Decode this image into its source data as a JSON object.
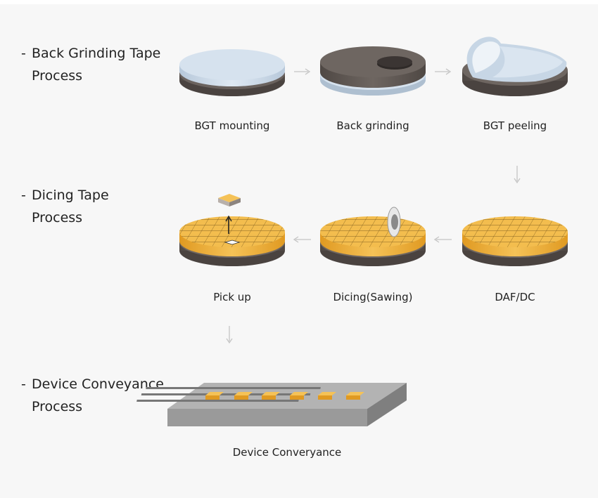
{
  "sections": [
    {
      "dash": "-",
      "title": "Back Grinding Tape\nProcess"
    },
    {
      "dash": "-",
      "title": "Dicing Tape\nProcess"
    },
    {
      "dash": "-",
      "title": "Device Conveyance\nProcess"
    }
  ],
  "steps": {
    "bgt_mounting": "BGT mounting",
    "back_grinding": "Back grinding",
    "bgt_peeling": "BGT peeling",
    "daf_dc": "DAF/DC",
    "dicing": "Dicing(Sawing)",
    "pick_up": "Pick up",
    "device_conveyance": "Device Converyance"
  },
  "colors": {
    "wafer_dark": "#5f5753",
    "tape_blue": "#d8e4ef",
    "chip_orange": "#f0b23c",
    "arrow": "#c4c4c4",
    "tray_gray": "#9a9a9a"
  }
}
